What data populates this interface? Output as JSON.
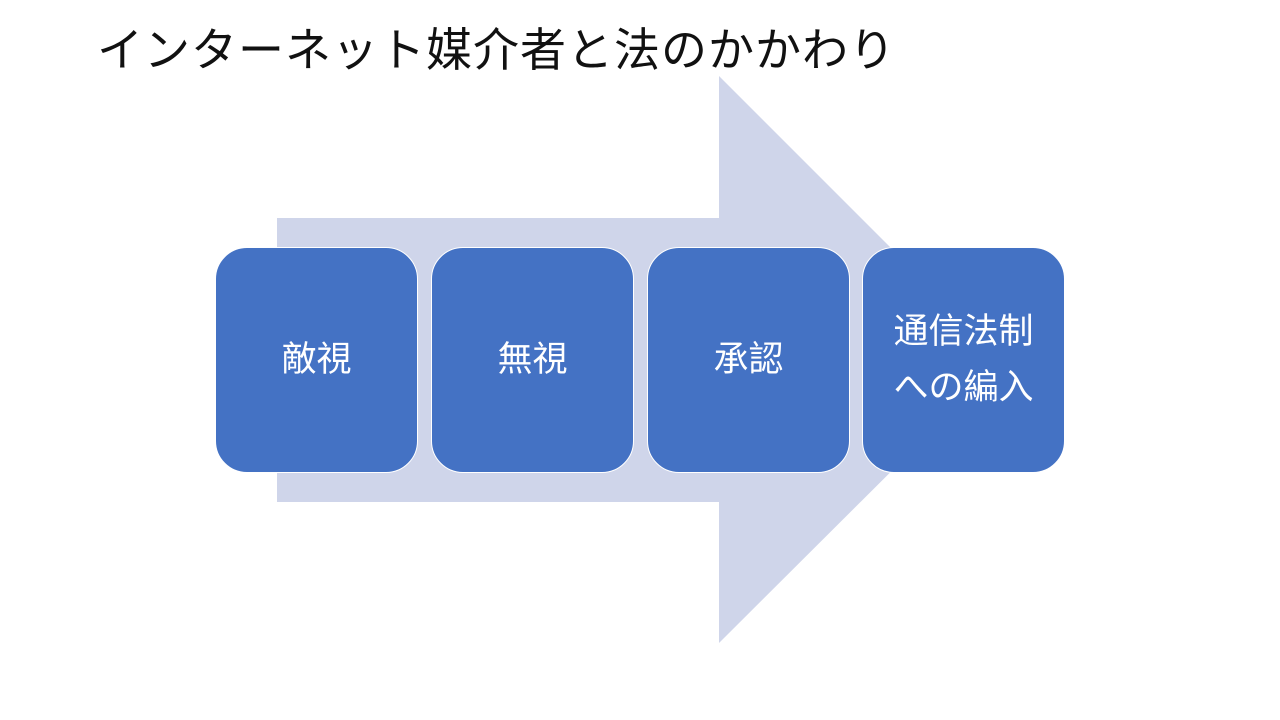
{
  "title": "インターネット媒介者と法のかかわり",
  "colors": {
    "arrow": "#cfd5ea",
    "box": "#4472c4",
    "box_text": "#ffffff"
  },
  "steps": [
    {
      "label": "敵視"
    },
    {
      "label": "無視"
    },
    {
      "label": "承認"
    },
    {
      "label": "通信法制への編入"
    }
  ]
}
